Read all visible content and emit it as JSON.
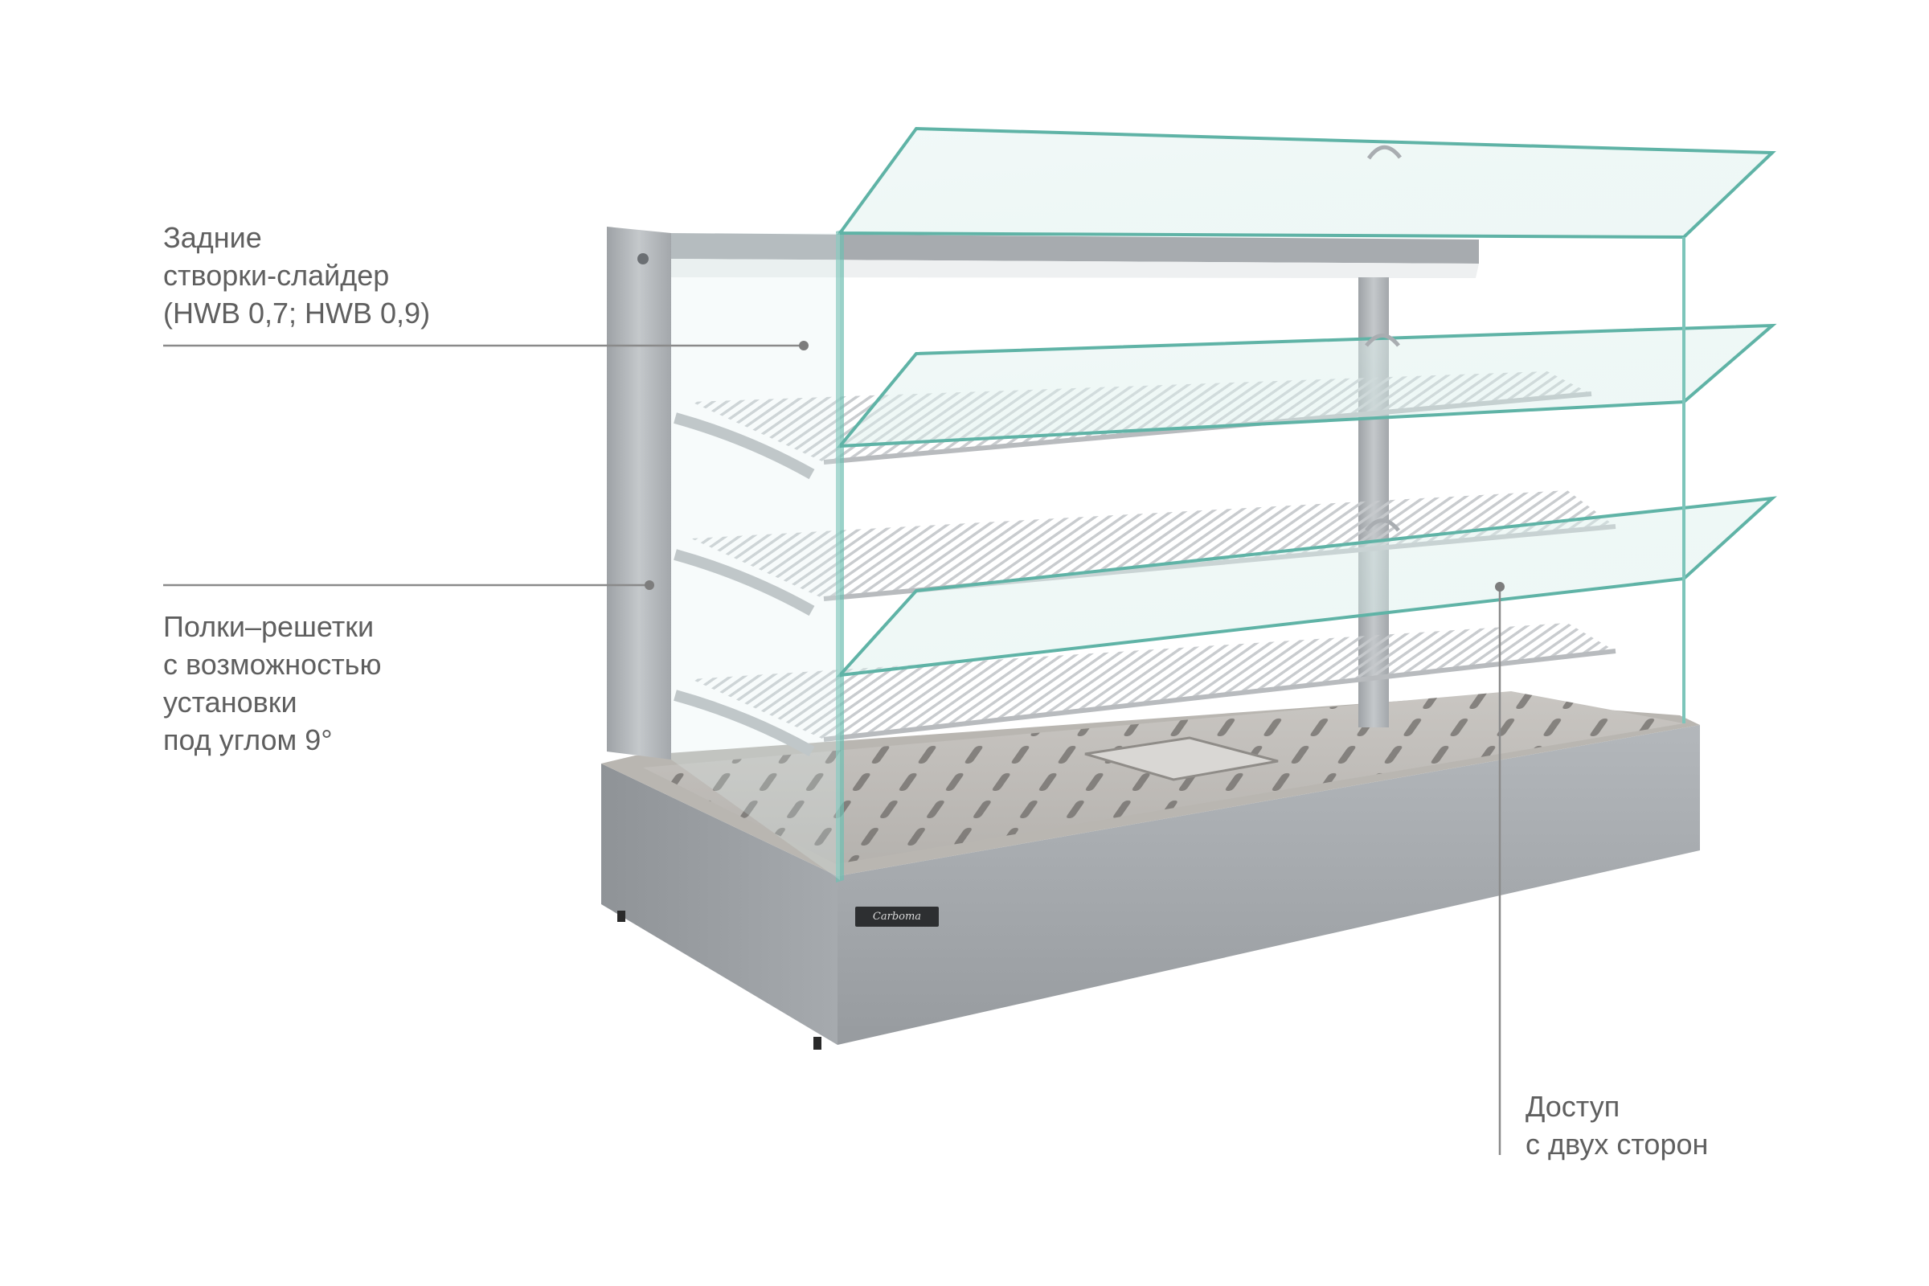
{
  "callouts": {
    "rear_sliders": {
      "line1": "Задние",
      "line2": "створки-слайдер",
      "line3": "(HWB 0,7;  HWB 0,9)"
    },
    "shelves": {
      "line1": "Полки–решетки",
      "line2": "с возможностью",
      "line3": "установки",
      "line4": "под углом 9°"
    },
    "access": {
      "line1": "Доступ",
      "line2": "с двух сторон"
    }
  },
  "product": {
    "brand_plate": "Carboma"
  },
  "colors": {
    "text": "#5f5f5f",
    "leader_line": "#8a8a8a",
    "body_steel": "#9fa3a7",
    "glass": "#cfe9e5",
    "glass_edge": "#5fb3a6",
    "background": "#ffffff"
  }
}
